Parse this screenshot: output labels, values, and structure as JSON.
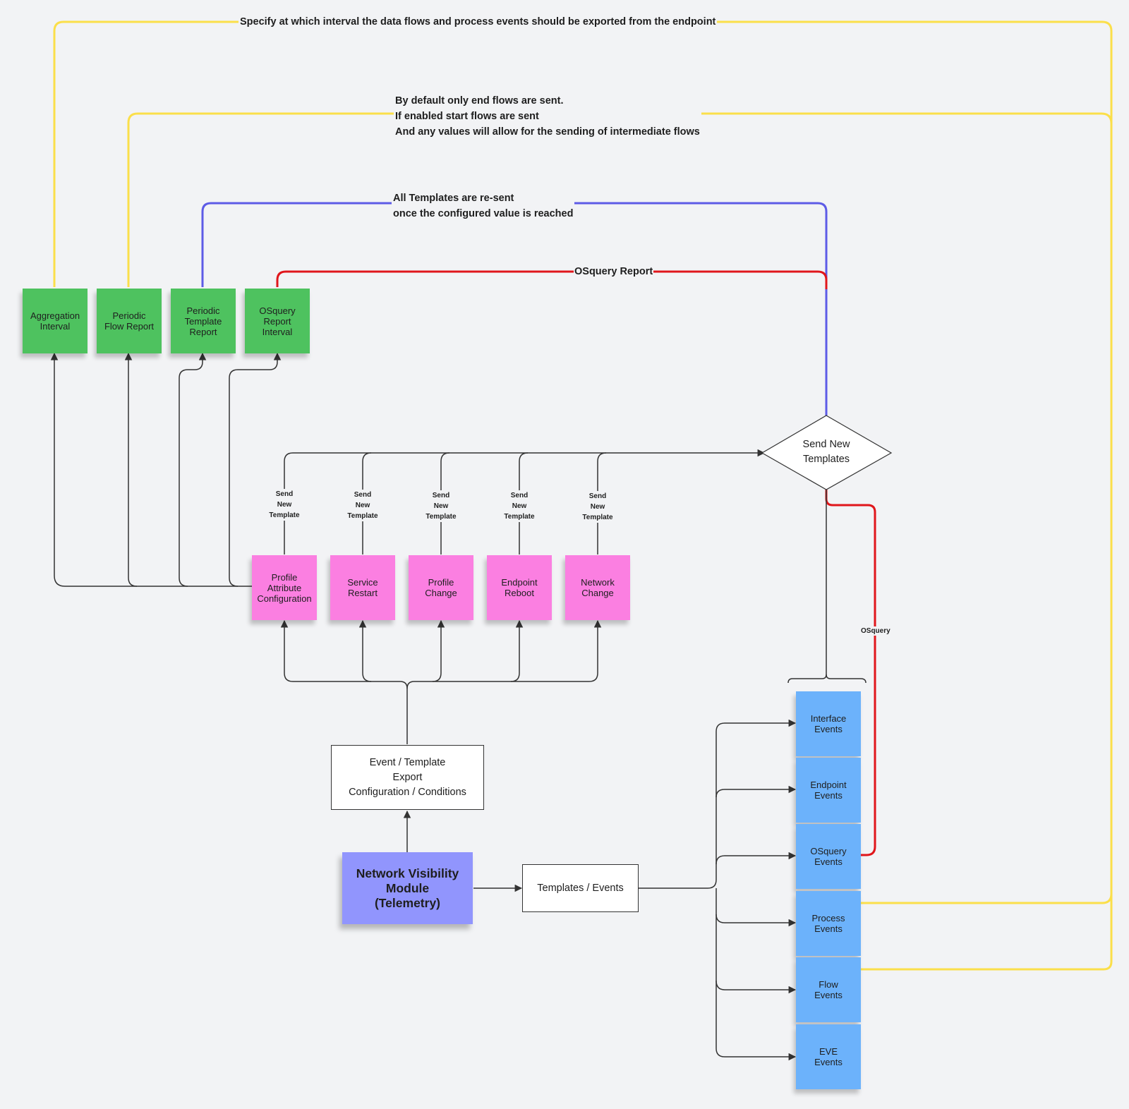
{
  "green_notes": [
    {
      "label": "Aggregation\nInterval"
    },
    {
      "label": "Periodic\nFlow Report"
    },
    {
      "label": "Periodic\nTemplate\nReport"
    },
    {
      "label": "OSquery\nReport\nInterval"
    }
  ],
  "pink_notes": [
    {
      "label": "Profile\nAttribute\nConfiguration"
    },
    {
      "label": "Service\nRestart"
    },
    {
      "label": "Profile\nChange"
    },
    {
      "label": "Endpoint\nReboot"
    },
    {
      "label": "Network\nChange"
    }
  ],
  "blue_notes": [
    {
      "label": "Interface\nEvents"
    },
    {
      "label": "Endpoint\nEvents"
    },
    {
      "label": "OSquery\nEvents"
    },
    {
      "label": "Process\nEvents"
    },
    {
      "label": "Flow\nEvents"
    },
    {
      "label": "EVE\nEvents"
    }
  ],
  "send_template_label": "Send\nNew\nTemplate",
  "decision": {
    "label": "Send New\nTemplates"
  },
  "config_box": {
    "label": "Event / Template\nExport\nConfiguration / Conditions"
  },
  "module": {
    "label": "Network Visibility\nModule\n(Telemetry)"
  },
  "templates_box": {
    "label": "Templates / Events"
  },
  "annotations": {
    "interval": "Specify at which interval the data flows and process events should be exported from the endpoint",
    "flows": "By default only end flows are sent.\nIf enabled start flows are sent\nAnd any values will allow for the sending of intermediate flows",
    "templates": "All Templates are re-sent\nonce the configured value is reached",
    "osquery_report": "OSquery Report",
    "osquery": "OSquery"
  },
  "colors": {
    "yellow_line": "#fbdf4a",
    "blue_line": "#5d5be6",
    "red_line": "#e0161b",
    "connector": "#333333"
  }
}
